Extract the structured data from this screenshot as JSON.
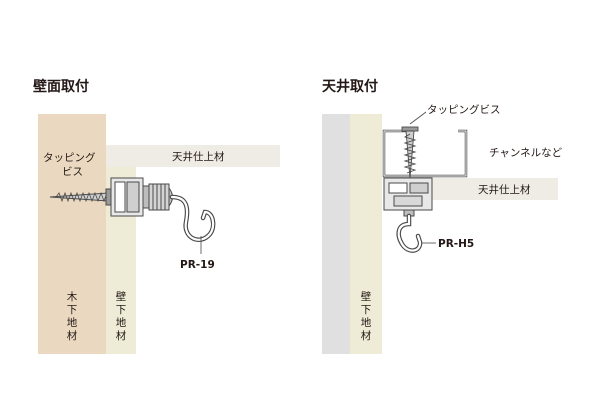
{
  "left_panel": {
    "title": "壁面取付",
    "screw_label_line1": "タッピング",
    "screw_label_line2": "ビス",
    "ceiling_label": "天井仕上材",
    "part_label": "PR-19",
    "wood_base_chars": [
      "木",
      "下",
      "地",
      "材"
    ],
    "wall_base_chars": [
      "壁",
      "下",
      "地",
      "材"
    ]
  },
  "right_panel": {
    "title": "天井取付",
    "screw_label": "タッピングビス",
    "channel_label": "チャンネルなど",
    "ceiling_label": "天井仕上材",
    "part_label": "PR-H5",
    "wall_base_chars": [
      "壁",
      "下",
      "地",
      "材"
    ]
  },
  "colors": {
    "wood": "#ead9c0",
    "wall_board": "#eeebd6",
    "ceiling_board": "#efece6",
    "concrete": "#e0e0e0",
    "line": "#4a4a4a",
    "text": "#231815"
  }
}
